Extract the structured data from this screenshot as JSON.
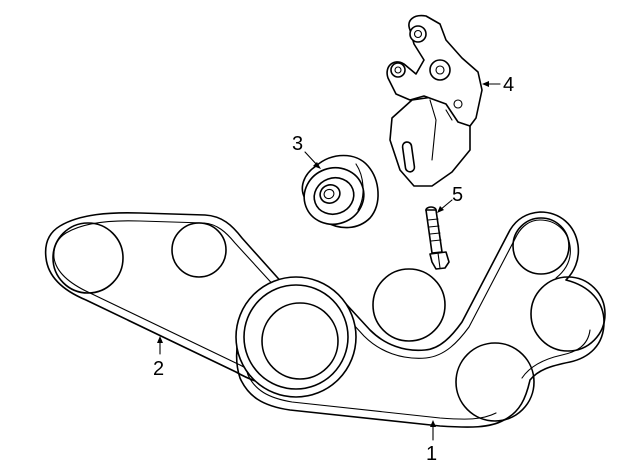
{
  "callouts": [
    {
      "id": "1",
      "label": "1"
    },
    {
      "id": "2",
      "label": "2"
    },
    {
      "id": "3",
      "label": "3"
    },
    {
      "id": "4",
      "label": "4"
    },
    {
      "id": "5",
      "label": "5"
    }
  ],
  "colors": {
    "stroke": "#000000",
    "background": "#ffffff"
  }
}
